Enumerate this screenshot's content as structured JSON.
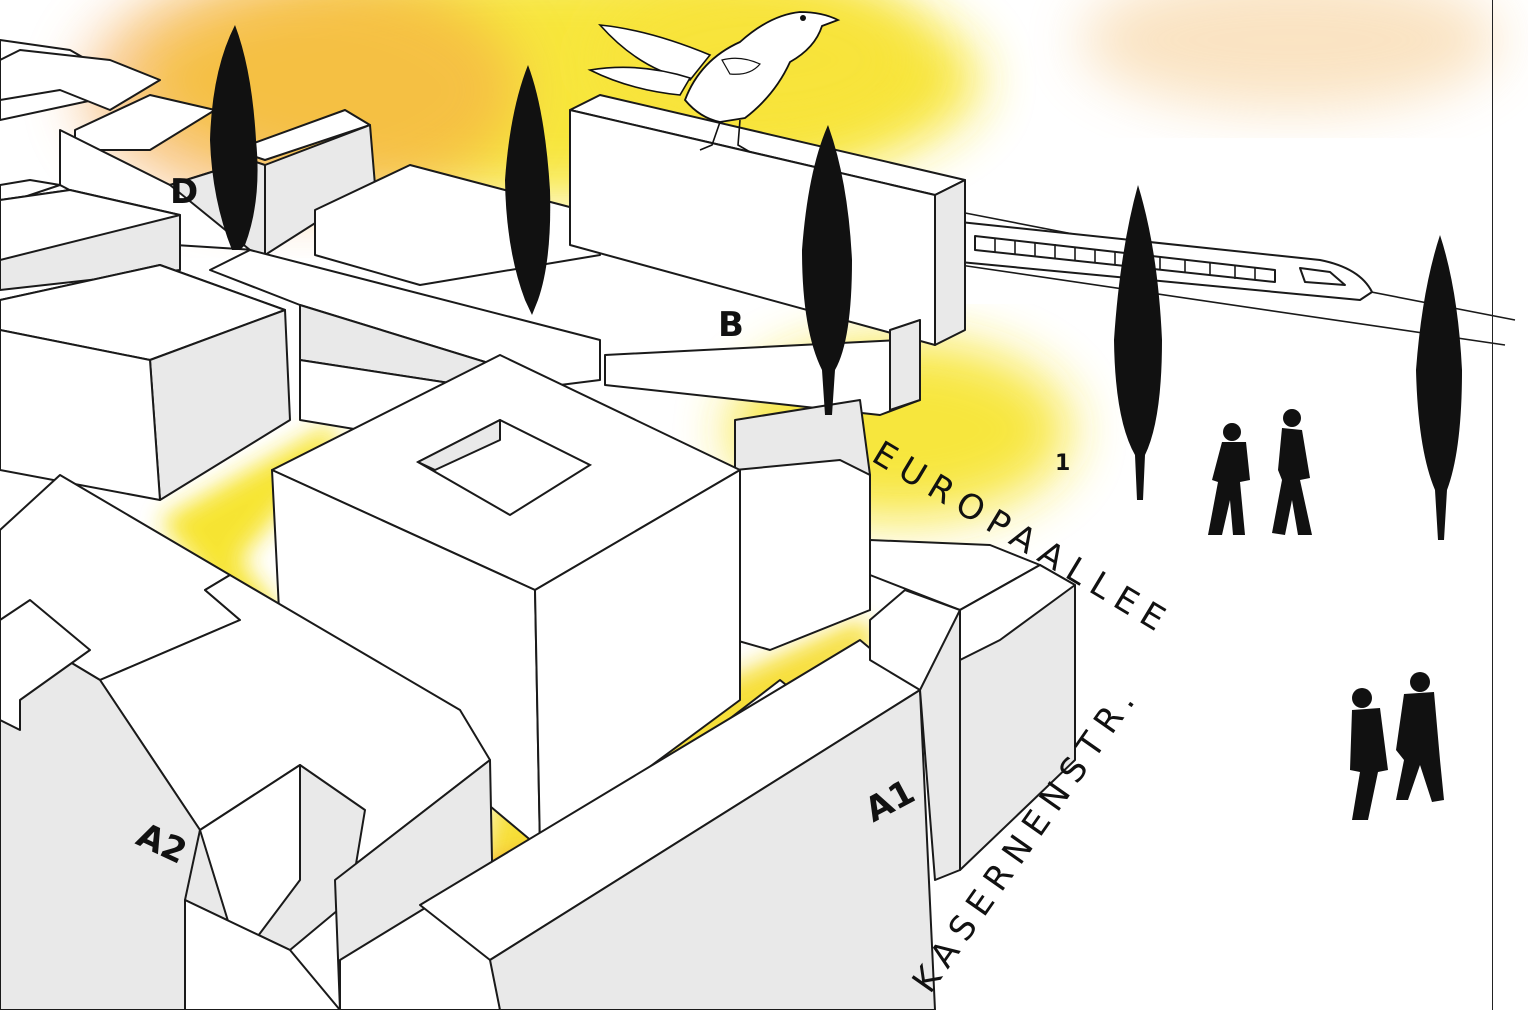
{
  "map": {
    "colors": {
      "wash_yellow": "#f6e21a",
      "wash_orange": "#f4a24a",
      "building_fill": "#ffffff",
      "building_shade": "#e9e9e9",
      "ink": "#111111"
    },
    "building_labels": {
      "d": "D",
      "b": "B",
      "a1": "A1",
      "a2": "A2"
    },
    "streets": {
      "europaallee": "EUROPAALLEE",
      "kasernenstr": "KASERNENSTR."
    },
    "marker": "1",
    "icons": [
      "bird-icon",
      "train-icon",
      "poplar-tree-icon",
      "pedestrian-icon"
    ]
  }
}
